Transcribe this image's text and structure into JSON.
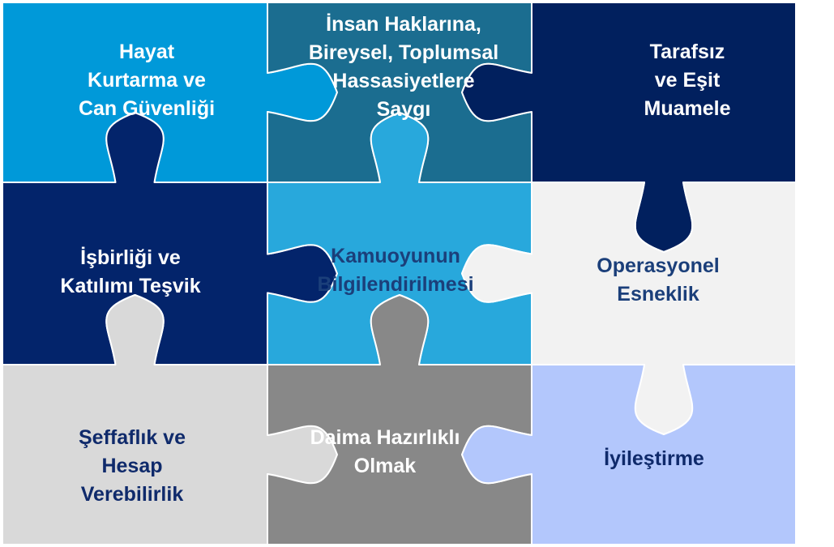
{
  "pieces": [
    {
      "id": "hayat",
      "lines": [
        "Hayat",
        "Kurtarma ve",
        "Can Güvenliği"
      ],
      "fill": "#0099d9",
      "text_color": "#ffffff"
    },
    {
      "id": "insan-haklari",
      "lines": [
        "İnsan Haklarına,",
        "Bireysel, Toplumsal",
        "Hassasiyetlere",
        "Saygı"
      ],
      "fill": "#1b6d90",
      "text_color": "#ffffff"
    },
    {
      "id": "tarafsiz",
      "lines": [
        "Tarafsız",
        "ve Eşit",
        "Muamele"
      ],
      "fill": "#01205e",
      "text_color": "#ffffff"
    },
    {
      "id": "isbirligi",
      "lines": [
        "İşbirliği ve",
        "Katılımı Teşvik"
      ],
      "fill": "#03246b",
      "text_color": "#ffffff"
    },
    {
      "id": "kamuoyu",
      "lines": [
        "Kamuoyunun",
        "Bilgilendirilmesi"
      ],
      "fill": "#28a8dc",
      "text_color": "#1b3f7a"
    },
    {
      "id": "operasyonel",
      "lines": [
        "Operasyonel",
        "Esneklik"
      ],
      "fill": "#f2f2f2",
      "text_color": "#1b3f7a"
    },
    {
      "id": "seffaflik",
      "lines": [
        "Şeffaflık ve",
        "Hesap",
        "Verebilirlik"
      ],
      "fill": "#d9d9d9",
      "text_color": "#0f2a6b"
    },
    {
      "id": "daima",
      "lines": [
        "Daima Hazırlıklı",
        "Olmak"
      ],
      "fill": "#888888",
      "text_color": "#ffffff"
    },
    {
      "id": "iyilestirme",
      "lines": [
        "İyileştirme"
      ],
      "fill": "#b3c7fc",
      "text_color": "#0f2a6b"
    }
  ]
}
